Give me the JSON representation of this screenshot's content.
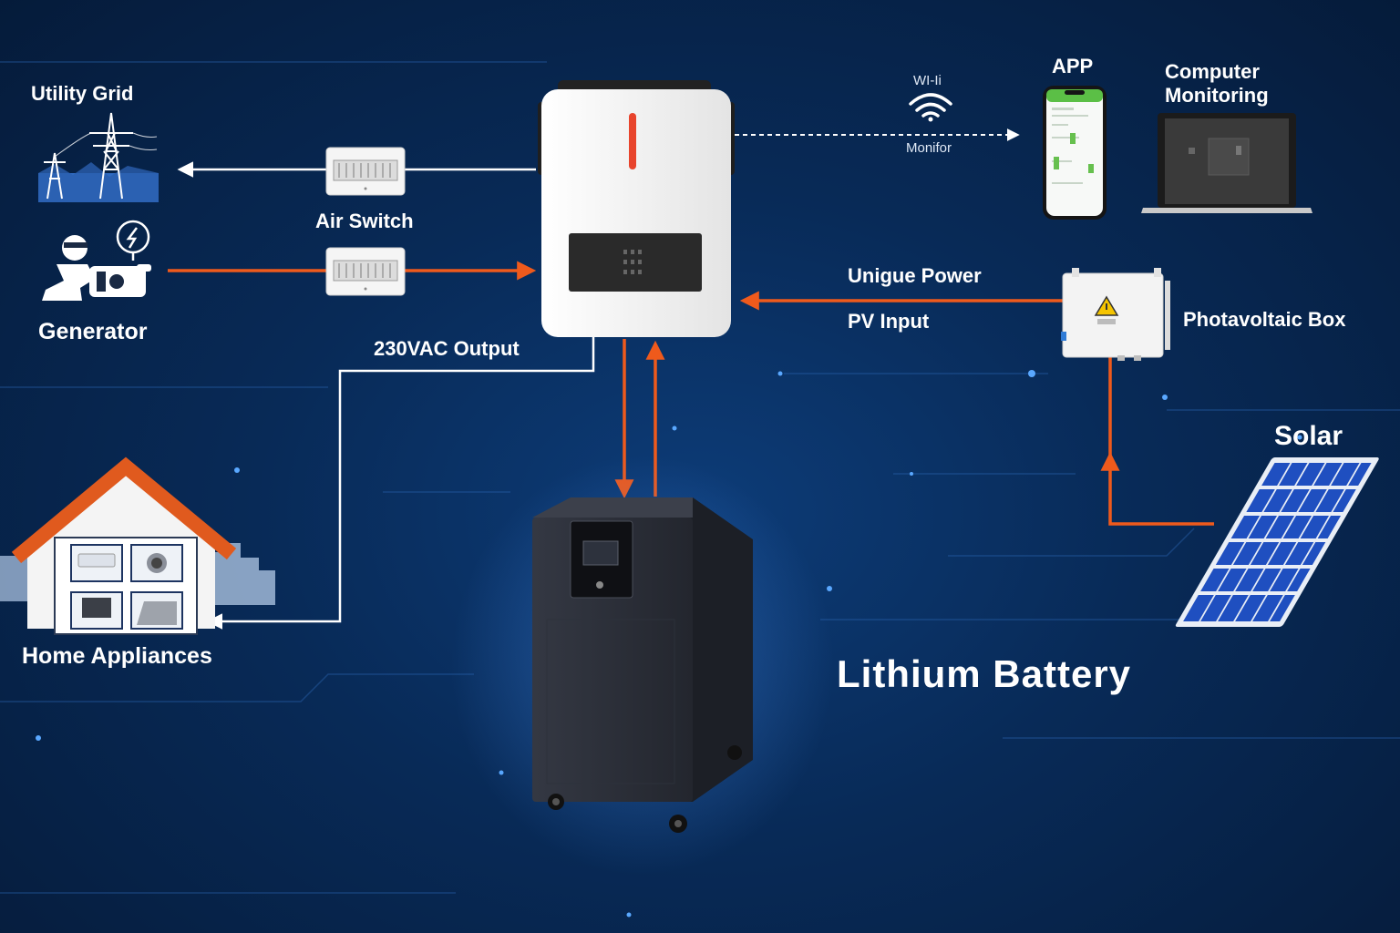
{
  "nodes": {
    "utility_grid": "Utility Grid",
    "generator": "Generator",
    "air_switch": "Air Switch",
    "home_appliances": "Home Appliances",
    "output_230vac": "230VAC Output",
    "wifi": "WI-Ii",
    "monitor": "Monifor",
    "app": "APP",
    "computer_monitoring_1": "Computer",
    "computer_monitoring_2": "Monitoring",
    "unique_power": "Unigue Power",
    "pv_input": "PV Input",
    "photovoltaic_box": "Photavoltaic Box",
    "solar": "Solar",
    "lithium_battery": "Lithium Battery"
  },
  "colors": {
    "background": "#082a57",
    "power_line": "#ef5a1c",
    "ac_line": "#ffffff",
    "inverter_body": "#f2f2f2",
    "battery_body": "#2a2d36",
    "solar_cell": "#1f4fc0"
  },
  "icons": [
    "transmission-tower-icon",
    "generator-icon",
    "wifi-icon",
    "house-icon",
    "smartphone-icon",
    "laptop-icon",
    "solar-panel-icon",
    "warning-icon"
  ]
}
